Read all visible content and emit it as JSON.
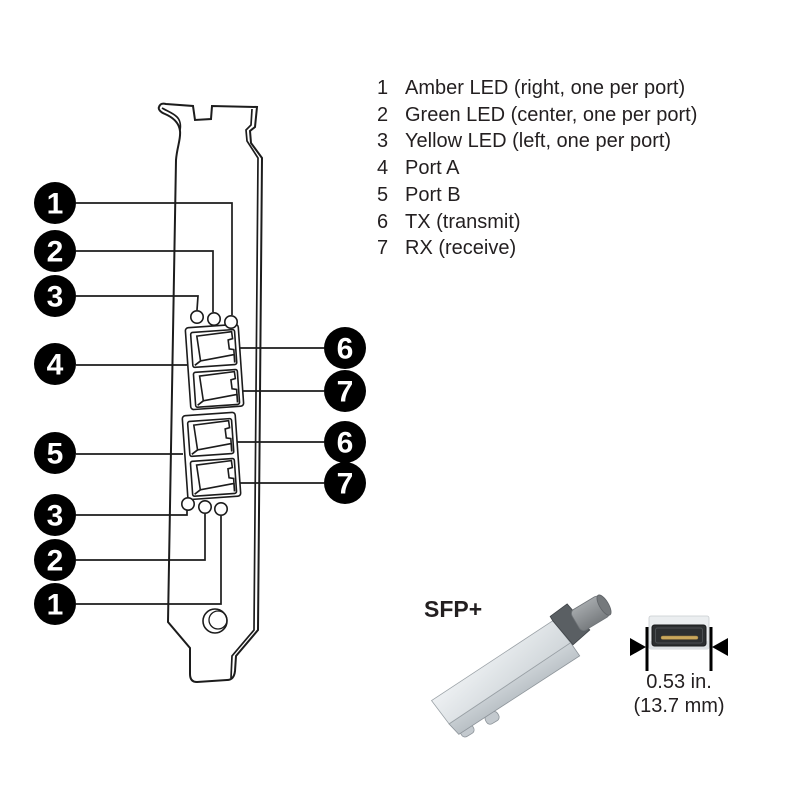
{
  "legend": {
    "items": [
      {
        "num": "1",
        "text": "Amber LED (right, one per port)"
      },
      {
        "num": "2",
        "text": "Green LED (center, one per port)"
      },
      {
        "num": "3",
        "text": "Yellow LED (left, one per port)"
      },
      {
        "num": "4",
        "text": "Port A"
      },
      {
        "num": "5",
        "text": "Port B"
      },
      {
        "num": "6",
        "text": "TX (transmit)"
      },
      {
        "num": "7",
        "text": "RX (receive)"
      }
    ]
  },
  "callouts": {
    "left": [
      "1",
      "2",
      "3",
      "4",
      "5",
      "3",
      "2",
      "1"
    ],
    "right": [
      "6",
      "7",
      "6",
      "7"
    ]
  },
  "sfp": {
    "label": "SFP+",
    "dim_inches": "0.53 in.",
    "dim_mm": "(13.7 mm)"
  },
  "colors": {
    "line": "#1c1c1c",
    "callout_bg": "#000000",
    "callout_text": "#ffffff",
    "text": "#231f20",
    "sfp_body_light": "#eef1f3",
    "sfp_body_shade": "#c6ccd1",
    "sfp_collar_dark": "#5a5f63",
    "sfp_boot_gray": "#8f9396",
    "connector_opening_dark": "#2c2f31",
    "connector_gold": "#c9a75c"
  }
}
